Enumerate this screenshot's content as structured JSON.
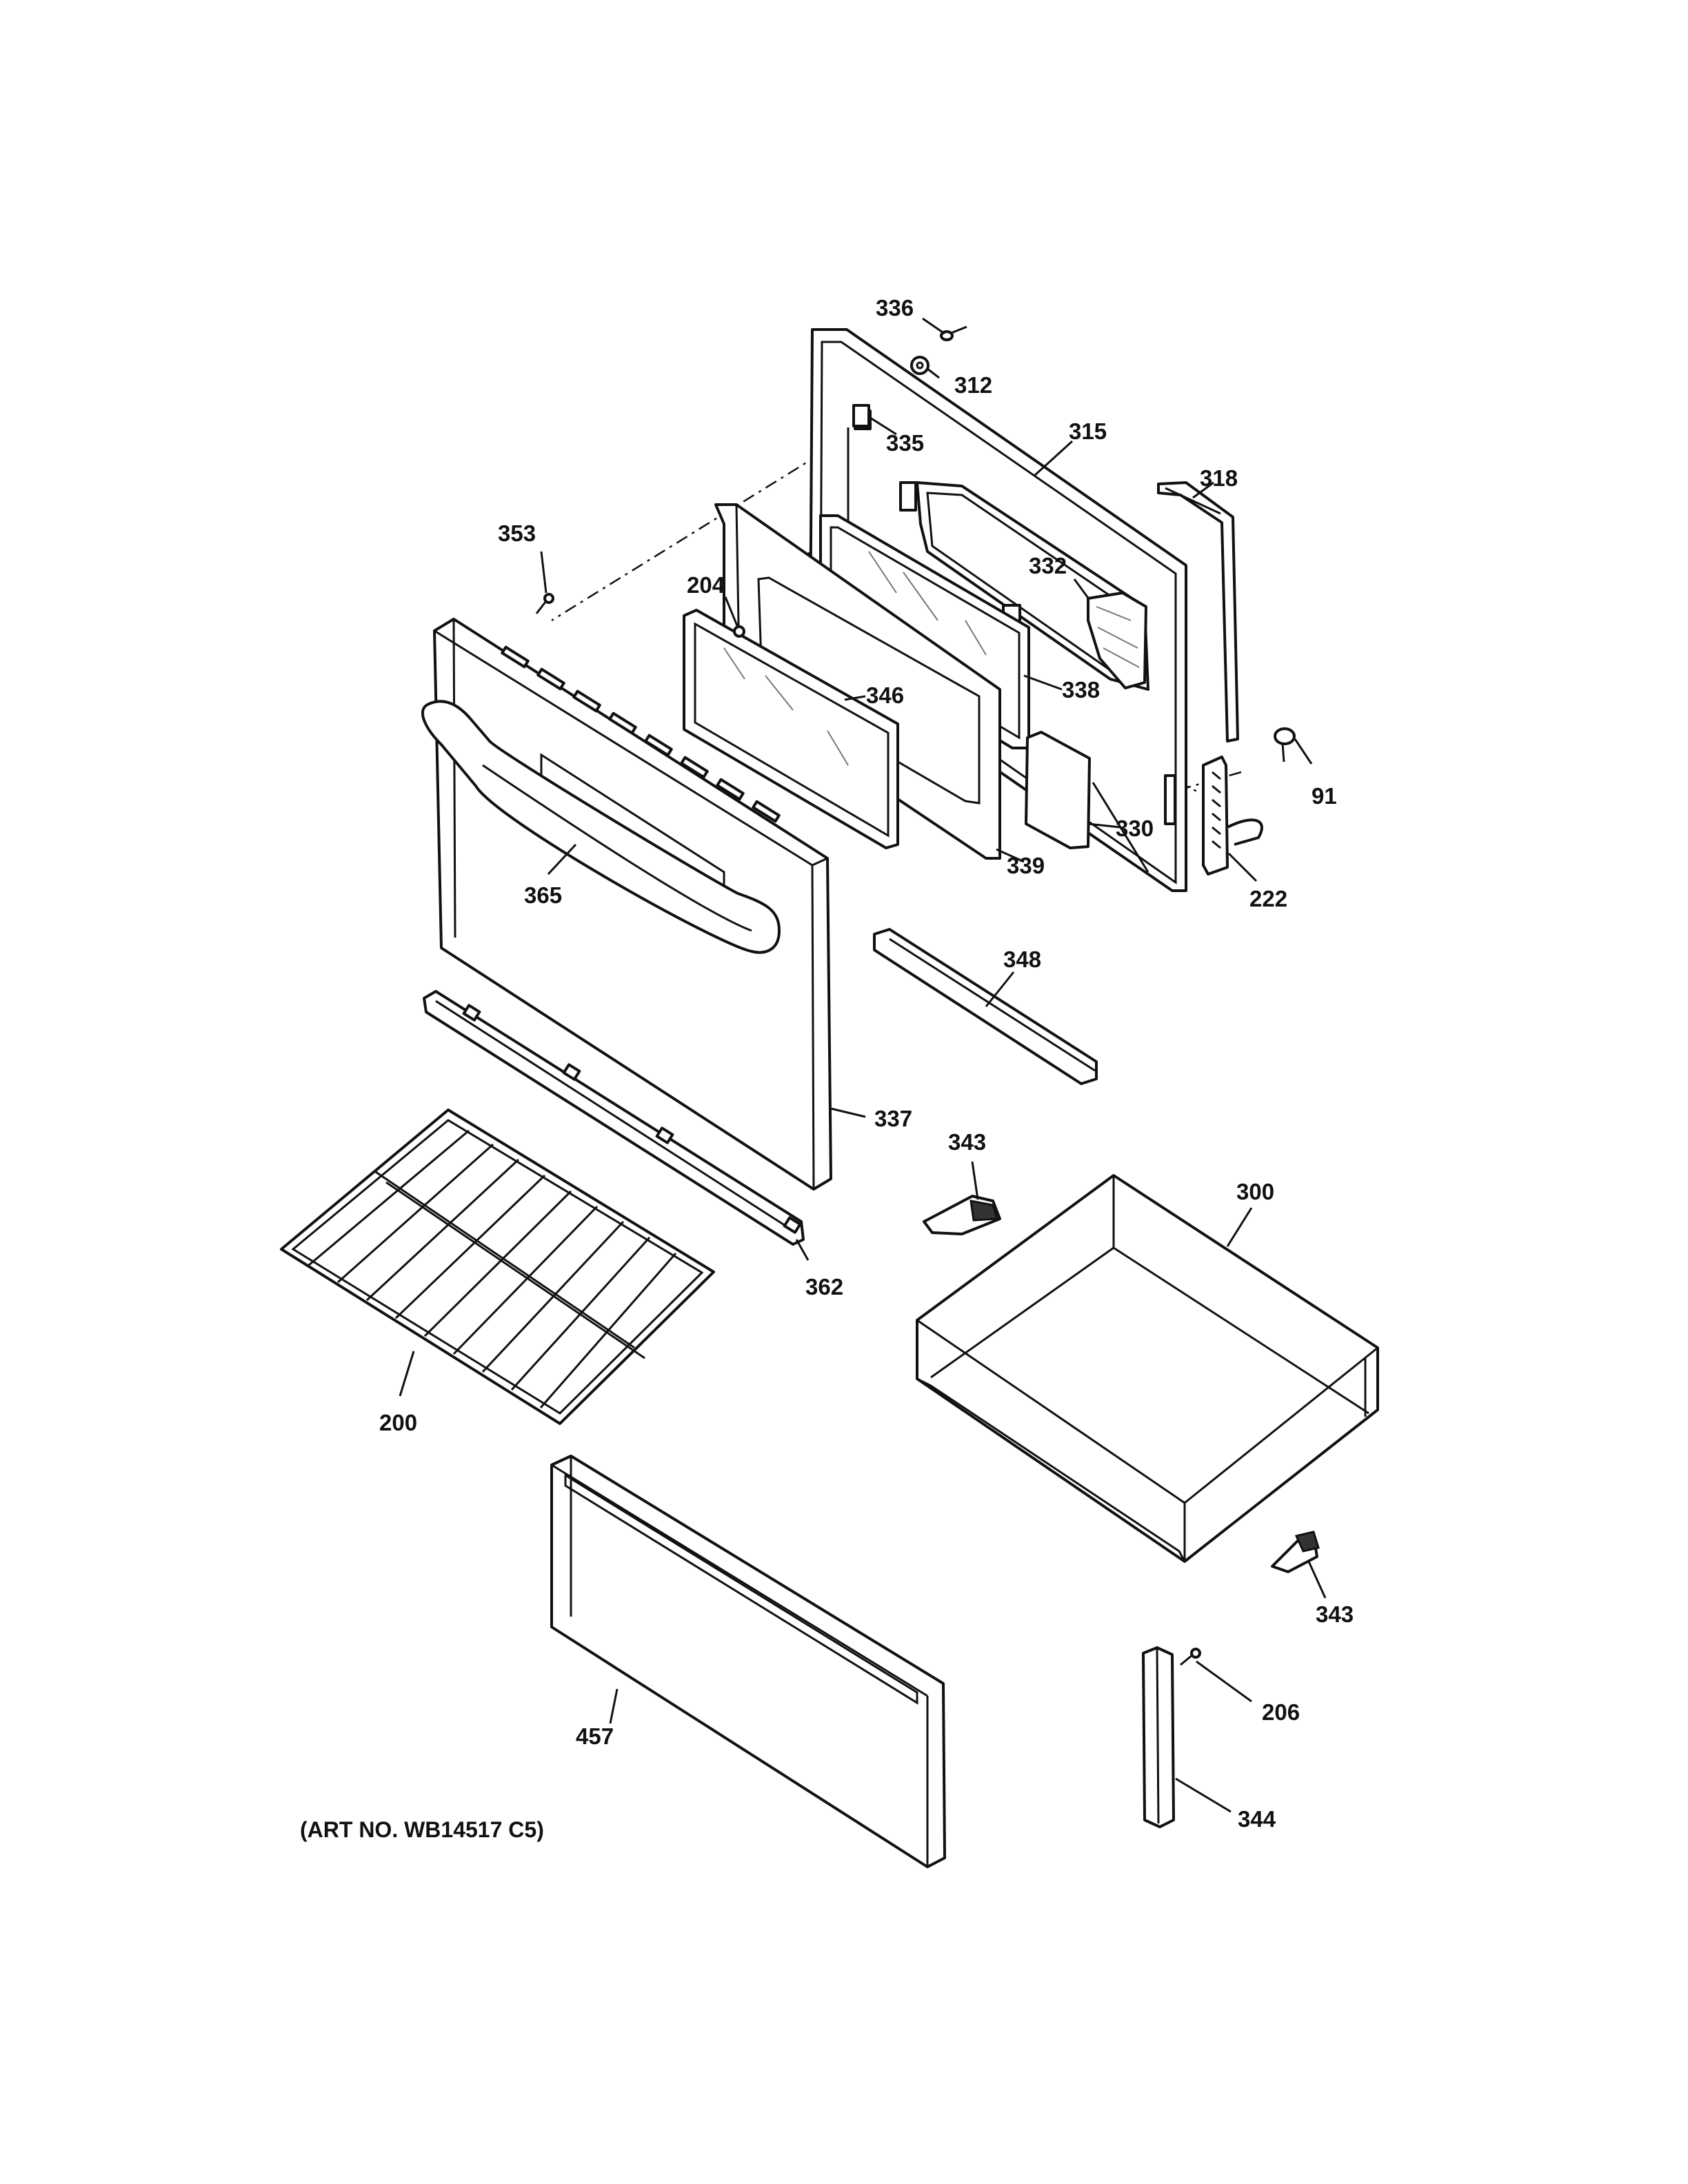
{
  "art_number": "(ART NO. WB14517 C5)",
  "callouts": [
    {
      "id": "336",
      "label": "336"
    },
    {
      "id": "312",
      "label": "312"
    },
    {
      "id": "335",
      "label": "335"
    },
    {
      "id": "315",
      "label": "315"
    },
    {
      "id": "318",
      "label": "318"
    },
    {
      "id": "353",
      "label": "353"
    },
    {
      "id": "204",
      "label": "204"
    },
    {
      "id": "332",
      "label": "332"
    },
    {
      "id": "338",
      "label": "338"
    },
    {
      "id": "346",
      "label": "346"
    },
    {
      "id": "91",
      "label": "91"
    },
    {
      "id": "330",
      "label": "330"
    },
    {
      "id": "339",
      "label": "339"
    },
    {
      "id": "222",
      "label": "222"
    },
    {
      "id": "365",
      "label": "365"
    },
    {
      "id": "348",
      "label": "348"
    },
    {
      "id": "337",
      "label": "337"
    },
    {
      "id": "343a",
      "label": "343"
    },
    {
      "id": "300",
      "label": "300"
    },
    {
      "id": "362",
      "label": "362"
    },
    {
      "id": "200",
      "label": "200"
    },
    {
      "id": "343b",
      "label": "343"
    },
    {
      "id": "206",
      "label": "206"
    },
    {
      "id": "457",
      "label": "457"
    },
    {
      "id": "344",
      "label": "344"
    }
  ]
}
